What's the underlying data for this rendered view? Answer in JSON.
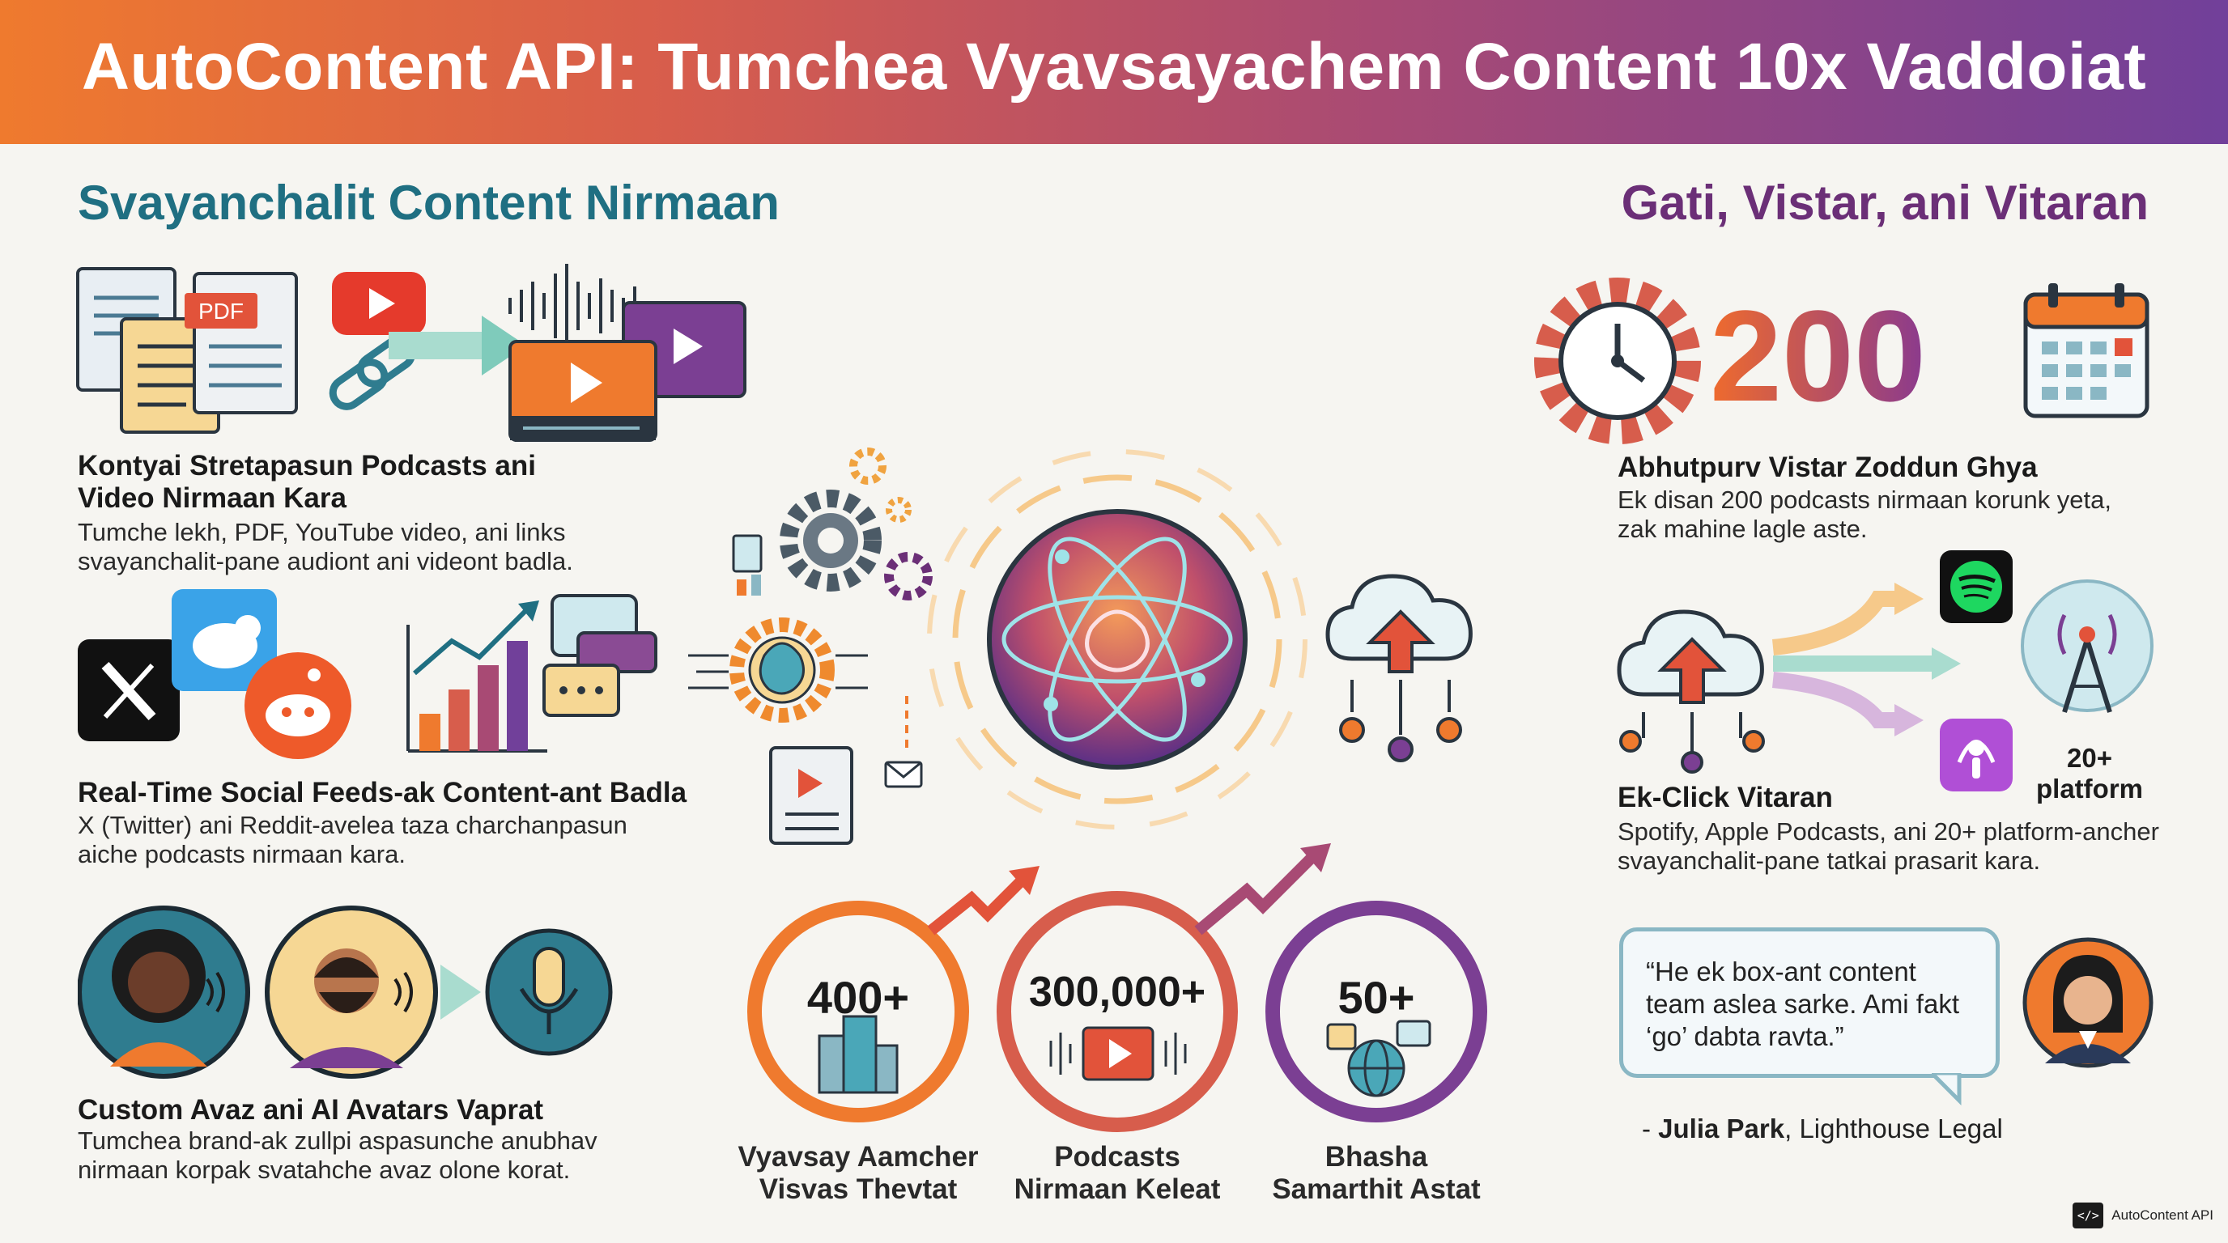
{
  "header": {
    "title": "AutoContent API: Tumchea Vyavsayachem Content 10x Vaddoiat"
  },
  "sections": {
    "left_heading": "Svayanchalit Content Nirmaan",
    "right_heading": "Gati, Vistar, ani Vitaran"
  },
  "features_left": [
    {
      "title_line1": "Kontyai Stretapasun Podcasts ani",
      "title_line2": "Video Nirmaan Kara",
      "desc_line1": "Tumche lekh, PDF, YouTube video, ani links",
      "desc_line2": "svayanchalit-pane audiont ani videont badla."
    },
    {
      "title_line1": "Real-Time Social Feeds-ak Content-ant Badla",
      "desc_line1": "X (Twitter) ani Reddit-avelea taza charchanpasun",
      "desc_line2": "aiche podcasts nirmaan kara."
    },
    {
      "title_line1": "Custom Avaz ani AI Avatars Vaprat",
      "desc_line1": "Tumchea brand-ak zullpi aspasunche anubhav",
      "desc_line2": "nirmaan korpak svatahche avaz olone korat."
    }
  ],
  "icons_left": {
    "pdf_label": "PDF"
  },
  "stats": [
    {
      "value": "400+",
      "label_line1": "Vyavsay Aamcher",
      "label_line2": "Visvas Thevtat"
    },
    {
      "value": "300,000+",
      "label_line1": "Podcasts",
      "label_line2": "Nirmaan Keleat"
    },
    {
      "value": "50+",
      "label_line1": "Bhasha",
      "label_line2": "Samarthit Astat"
    }
  ],
  "features_right": [
    {
      "title": "Abhutpurv Vistar Zoddun Ghya",
      "desc_line1": "Ek disan 200 podcasts nirmaan korunk yeta,",
      "desc_line2": "zak mahine lagle aste."
    },
    {
      "title": "Ek-Click Vitaran",
      "desc_line1": "Spotify, Apple Podcasts, ani 20+ platform-ancher",
      "desc_line2": "svayanchalit-pane tatkai prasarit kara."
    }
  ],
  "big_number": "200",
  "platform_badge": {
    "line1": "20+",
    "line2": "platform"
  },
  "testimonial": {
    "quote_line1": "“He ek box-ant content",
    "quote_line2": "team aslea sarke. Ami fakt",
    "quote_line3": "‘go’ dabta ravta.”",
    "dash": "- ",
    "name": "Julia Park",
    "company": ", Lighthouse Legal"
  },
  "brand": {
    "logo": "</>",
    "name": "AutoContent API"
  },
  "colors": {
    "orange": "#ef7a2e",
    "purple": "#71409a",
    "teal": "#1f6f82",
    "plum": "#6b2f77"
  }
}
